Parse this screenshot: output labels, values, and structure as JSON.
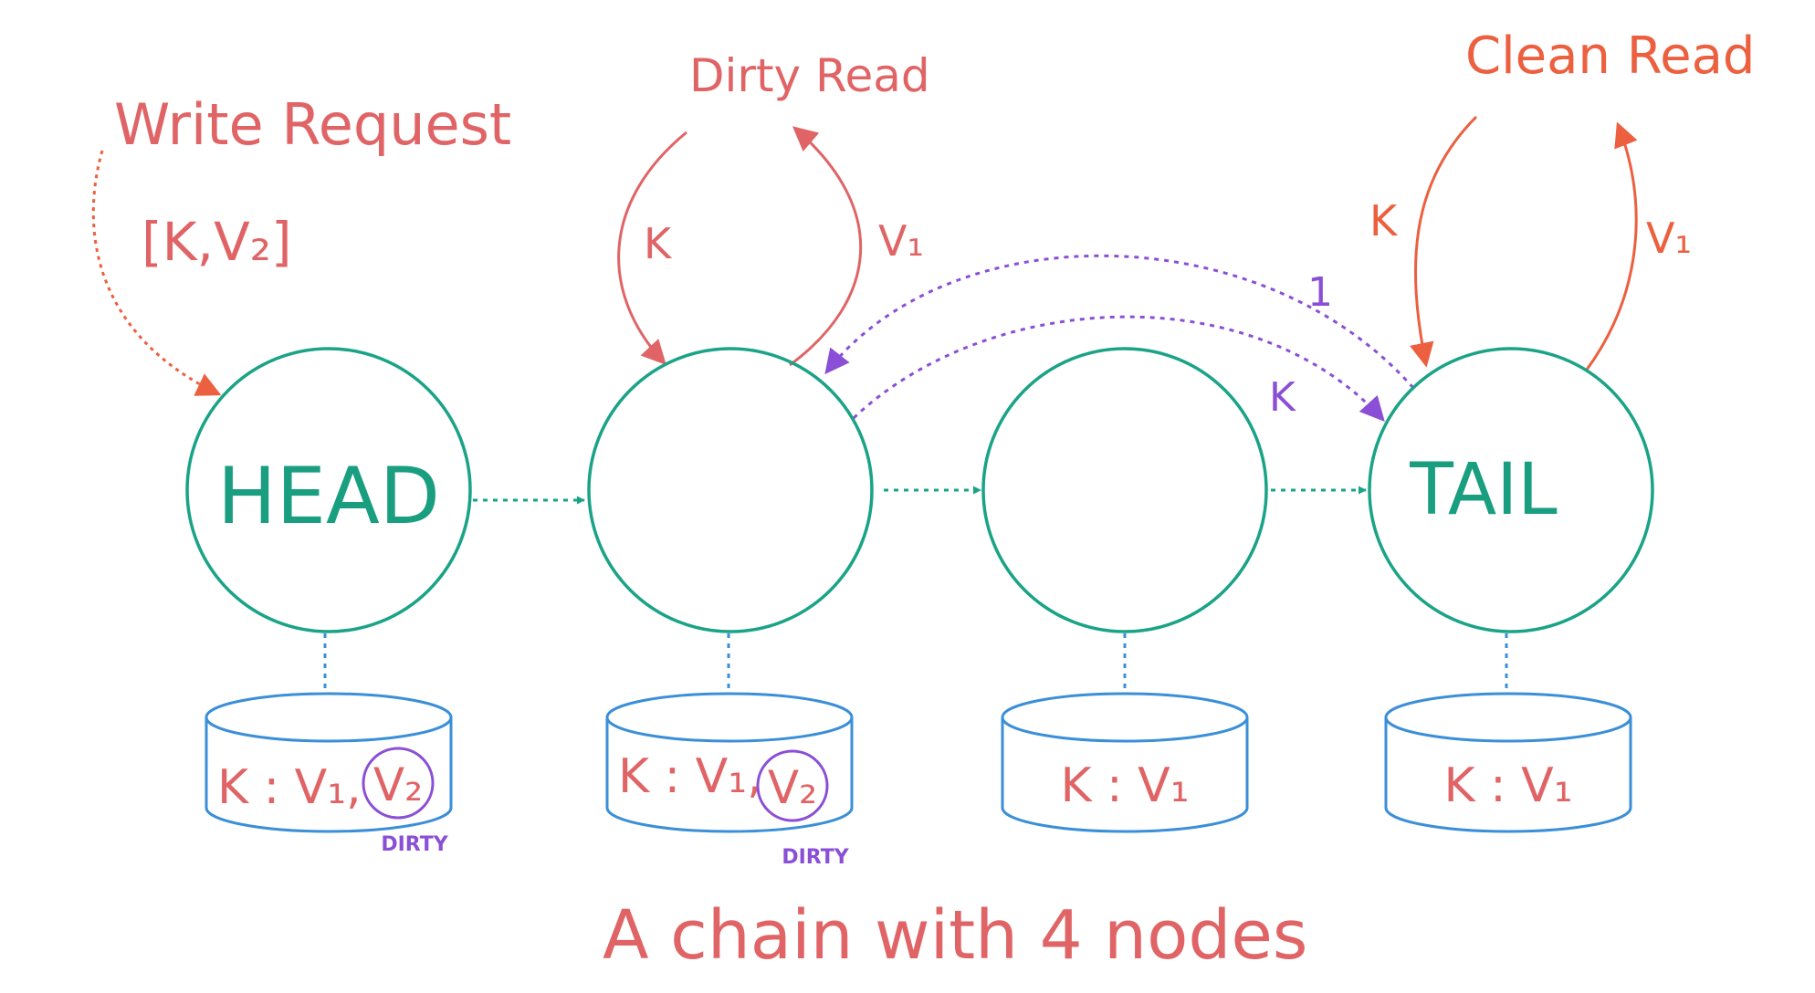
{
  "labels": {
    "write_request": "Write Request",
    "write_payload": "[K,V₂]",
    "dirty_read": "Dirty Read",
    "clean_read": "Clean Read",
    "dirty_key": "K",
    "dirty_value": "V₁",
    "clean_key": "K",
    "clean_value": "V₁",
    "ack_value": "1",
    "ack_key": "K",
    "caption": "A chain with 4 nodes"
  },
  "nodes": [
    {
      "label": "HEAD",
      "store": "K : V₁,",
      "dirty_value": "V₂",
      "dirty_tag": "DIRTY"
    },
    {
      "label": "",
      "store": "K : V₁,",
      "dirty_value": "V₂",
      "dirty_tag": "DIRTY"
    },
    {
      "label": "",
      "store": "K : V₁"
    },
    {
      "label": "TAIL",
      "store": "K : V₁"
    }
  ],
  "colors": {
    "node": "#1aa387",
    "storage": "#3a8fd8",
    "text_red": "#e06466",
    "text_orange": "#ec5f3f",
    "purple": "#8a4fd6"
  }
}
